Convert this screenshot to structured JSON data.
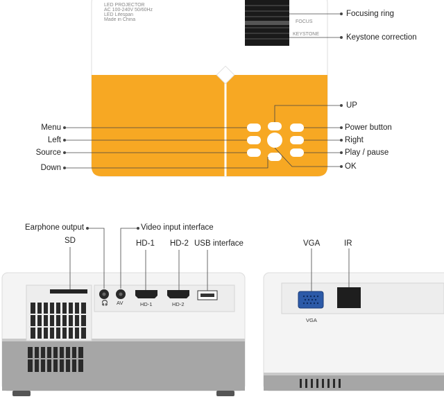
{
  "top_panel": {
    "fine_print": [
      "LED PROJECTOR",
      "AC 100-240V 50/60Hz",
      "LED Lifespan",
      "Made in China"
    ],
    "focus_labels": [
      "FOCUS",
      "KEYSTONE"
    ]
  },
  "callouts_right": {
    "focusing_ring": "Focusing ring",
    "keystone": "Keystone correction",
    "up": "UP",
    "power": "Power button",
    "right": "Right",
    "play": "Play / pause",
    "ok": "OK"
  },
  "callouts_left": {
    "menu": "Menu",
    "left": "Left",
    "source": "Source",
    "down": "Down"
  },
  "ports": {
    "earphone": "Earphone output",
    "video_in": "Video input interface",
    "sd": "SD",
    "hd1": "HD-1",
    "hd2": "HD-2",
    "usb": "USB interface",
    "vga": "VGA",
    "ir": "IR",
    "port_hd1": "HD-1",
    "port_hd2": "HD-2",
    "port_av": "AV",
    "port_vga": "VGA"
  },
  "colors": {
    "yellow": "#F7A823",
    "white_body": "#F6F6F6",
    "grey_body": "#A6A6A6",
    "port_blue": "#2C5AA8"
  }
}
